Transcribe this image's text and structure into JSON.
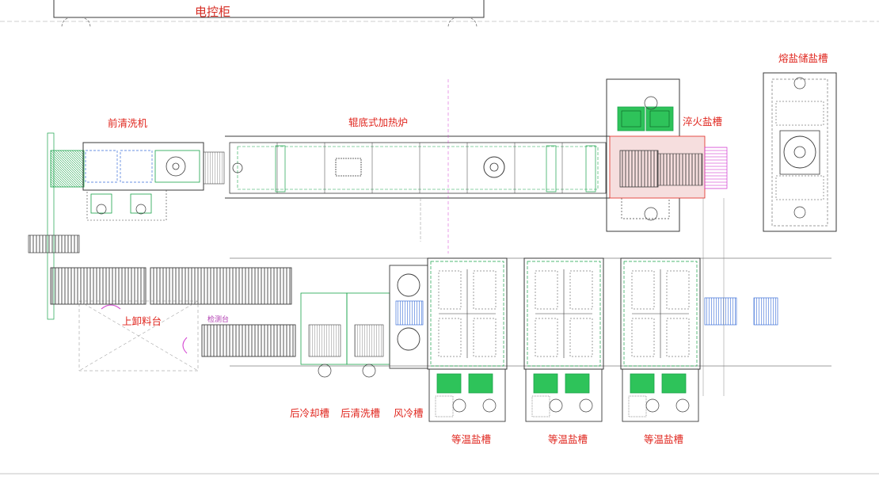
{
  "labels": {
    "control_cabinet": "电控柜",
    "front_washer": "前清洗机",
    "roller_furnace": "辊底式加热炉",
    "quench_tank": "淬火盐槽",
    "molten_salt_storage": "熔盐储盐槽",
    "loading_table": "上卸料台",
    "inspection_table": "检测台",
    "rear_cooling": "后冷却槽",
    "rear_washer": "后清洗槽",
    "air_cooling": "风冷槽",
    "iso_tank_1": "等温盐槽",
    "iso_tank_2": "等温盐槽",
    "iso_tank_3": "等温盐槽"
  },
  "colors": {
    "line_dark": "#3a3a3a",
    "line_green": "#19a34a",
    "line_blue": "#3a6fd8",
    "line_magenta": "#d23bd0",
    "line_red": "#e0271f",
    "fill_green": "#2ec35a",
    "label_red": "#e0271f"
  }
}
